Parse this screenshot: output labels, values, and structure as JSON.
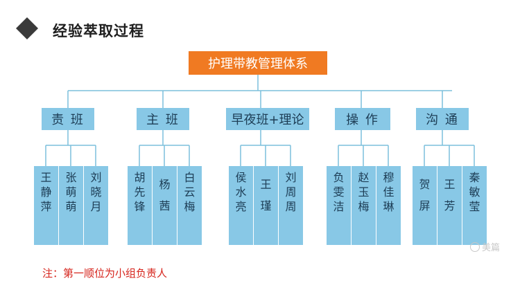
{
  "header": {
    "title": "经验萃取过程"
  },
  "diagram": {
    "root": "护理带教管理体系",
    "groups": [
      {
        "label": "责 班",
        "members": [
          "王静萍",
          "张萌萌",
          "刘晓月"
        ]
      },
      {
        "label": "主 班",
        "members": [
          "胡先锋",
          "杨茜",
          "白云梅"
        ]
      },
      {
        "label": "早夜班+理论",
        "members": [
          "侯水亮",
          "王瑾",
          "刘周周"
        ]
      },
      {
        "label": "操 作",
        "members": [
          "负雯洁",
          "赵玉梅",
          "穆佳琳"
        ]
      },
      {
        "label": "沟 通",
        "members": [
          "贺屏",
          "王芳",
          "秦敏莹"
        ]
      }
    ]
  },
  "footer": {
    "note": "注：第一顺位为小组负责人",
    "watermark": "美篇"
  },
  "colors": {
    "accent_orange": "#f07a22",
    "box_blue": "#88c8e6",
    "line_blue": "#7bbfdc",
    "note_red": "#d6241c"
  }
}
